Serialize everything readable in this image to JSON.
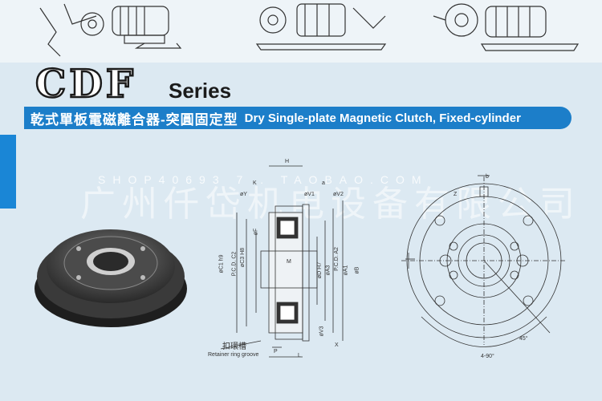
{
  "series": {
    "letters": "CDF",
    "word": "Series"
  },
  "title": {
    "chinese": "乾式單板電磁離合器-突圓固定型",
    "english": "Dry Single-plate Magnetic Clutch, Fixed-cylinder"
  },
  "watermark": {
    "shop": "SHOP40693  7 . TAOBAO.COM",
    "chinese": "广州仟岱机电设备有限公司"
  },
  "section_labels": {
    "H": "H",
    "K": "K",
    "Y": "øY",
    "a": "a",
    "V1": "øV1",
    "V2": "øV2",
    "C1": "øC1 h9",
    "PCD_C2": "P.C.D. C2",
    "C3": "øC3 H8",
    "F": "øF",
    "M": "M",
    "D": "øD H7",
    "A3": "øA3",
    "PCD_A2": "P.C.D. A2",
    "A1": "øA1",
    "B": "øB",
    "V3": "øV3",
    "X": "X",
    "P": "P",
    "L": "L",
    "retainer_zh": "扣環槽",
    "retainer_en": "Retainer ring groove"
  },
  "front_labels": {
    "b": "b",
    "Z": "Z",
    "angle45": "45°",
    "angle90": "4-90°"
  },
  "colors": {
    "brand_blue": "#1c7ec9",
    "tab_blue": "#1a86d6",
    "background": "#dce9f2"
  }
}
